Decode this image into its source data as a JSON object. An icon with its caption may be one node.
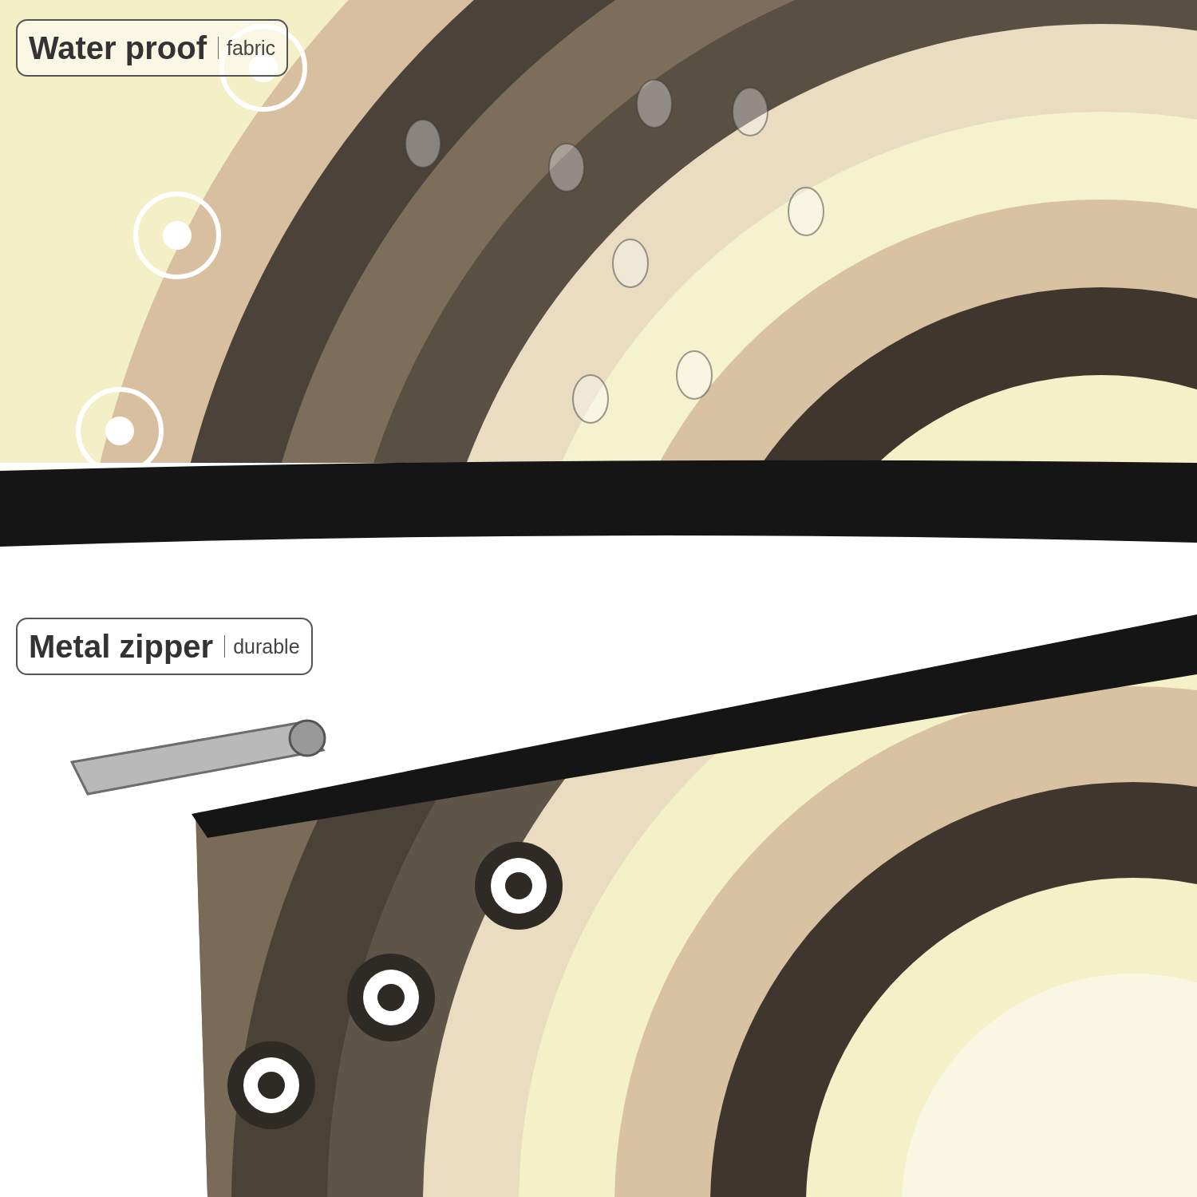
{
  "diagram": {
    "nodes": [
      {
        "text": [
          "Water proof",
          "fabric"
        ]
      },
      {
        "text": [
          "Metal zipper",
          "durable"
        ]
      }
    ]
  }
}
